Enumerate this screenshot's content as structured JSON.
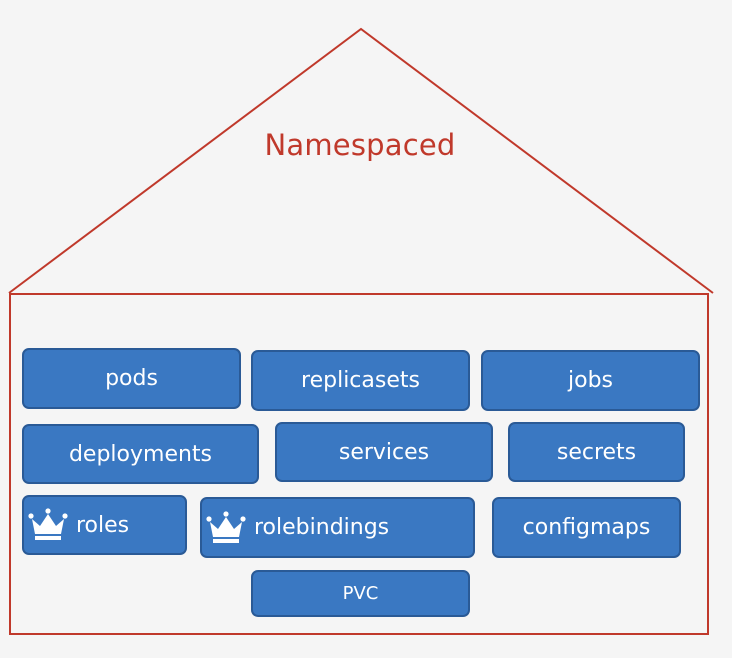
{
  "diagram": {
    "title": "Namespaced",
    "colors": {
      "outline": "#c0392b",
      "box_fill": "#3a78c2",
      "box_border": "#2a5a96",
      "text": "#ffffff",
      "background": "#f5f5f5"
    },
    "resources": [
      {
        "label": "pods",
        "icon": ""
      },
      {
        "label": "replicasets",
        "icon": ""
      },
      {
        "label": "jobs",
        "icon": ""
      },
      {
        "label": "deployments",
        "icon": ""
      },
      {
        "label": "services",
        "icon": ""
      },
      {
        "label": "secrets",
        "icon": ""
      },
      {
        "label": "roles",
        "icon": "crown-icon"
      },
      {
        "label": "rolebindings",
        "icon": "crown-icon"
      },
      {
        "label": "configmaps",
        "icon": ""
      },
      {
        "label": "PVC",
        "icon": ""
      }
    ]
  }
}
